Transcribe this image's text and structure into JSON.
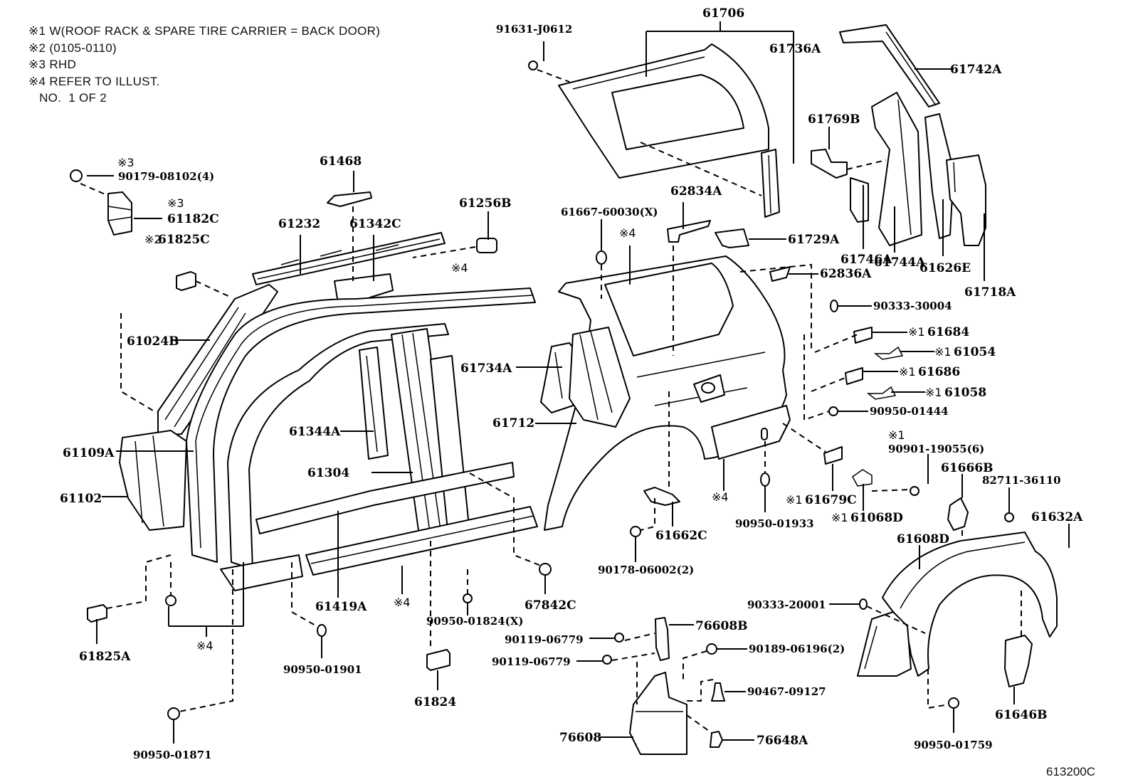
{
  "notes": [
    "※1 W(ROOF RACK & SPARE TIRE CARRIER = BACK DOOR)",
    "※2 (0105-0110)",
    "※3 RHD",
    "※4 REFER TO ILLUST.",
    "   NO.  1 OF 2"
  ],
  "figure_code": "613200C",
  "parts": {
    "p61706": "61706",
    "p91631": "91631-J0612",
    "p61736A": "61736A",
    "p61742A": "61742A",
    "p61769B": "61769B",
    "p61468": "61468",
    "p90179": "90179-08102(4)",
    "p61182C": "61182C",
    "p61825C": "61825C",
    "p61232": "61232",
    "p61342C": "61342C",
    "p61256B": "61256B",
    "p61667": "61667-60030(X)",
    "p62834A": "62834A",
    "p61729A": "61729A",
    "p62836A": "62836A",
    "p61746A": "61746A",
    "p61744A": "61744A",
    "p61626E": "61626E",
    "p61718A": "61718A",
    "p90333_30004": "90333-30004",
    "p61684": "61684",
    "p61054": "61054",
    "p61686": "61686",
    "p61058": "61058",
    "p90950_01444": "90950-01444",
    "p90901": "90901-19055(6)",
    "p61666B": "61666B",
    "p82711": "82711-36110",
    "p61632A": "61632A",
    "p61679C": "61679C",
    "p61068D": "61068D",
    "p61608D": "61608D",
    "p61024B": "61024B",
    "p61734A": "61734A",
    "p61712": "61712",
    "p61344A": "61344A",
    "p61109A": "61109A",
    "p61304": "61304",
    "p61102": "61102",
    "p61662C": "61662C",
    "p90950_01933": "90950-01933",
    "p90178": "90178-06002(2)",
    "p61419A": "61419A",
    "p67842C": "67842C",
    "p90950_01824": "90950-01824(X)",
    "p61825A": "61825A",
    "p90950_01901": "90950-01901",
    "p61824": "61824",
    "p90950_01871": "90950-01871",
    "p90333_20001": "90333-20001",
    "p76608B": "76608B",
    "p90119a": "90119-06779",
    "p90119b": "90119-06779",
    "p90189": "90189-06196(2)",
    "p90467": "90467-09127",
    "p76608": "76608",
    "p76648A": "76648A",
    "p61646B": "61646B",
    "p90950_01759": "90950-01759"
  },
  "marks": {
    "m1": "※1",
    "m2": "※2",
    "m3": "※3",
    "m4": "※4"
  }
}
